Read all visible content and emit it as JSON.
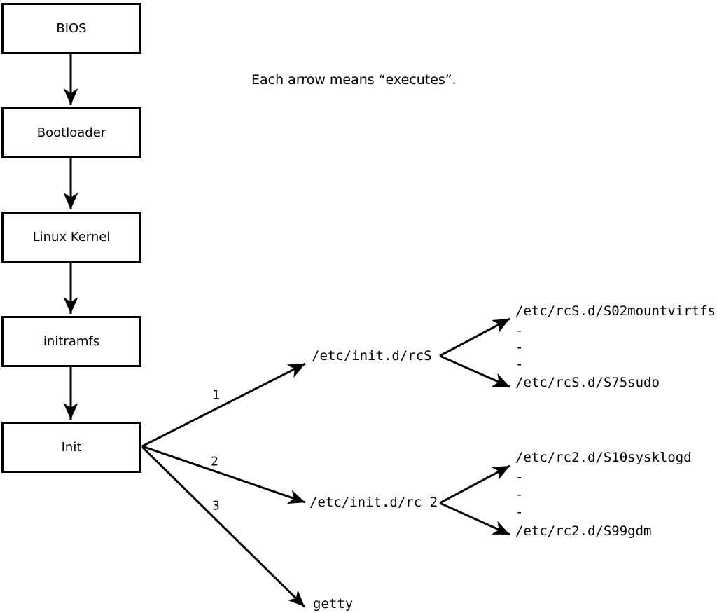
{
  "diagram": {
    "note": "Each arrow means “executes”.",
    "flow_boxes": [
      {
        "label": "BIOS"
      },
      {
        "label": "Bootloader"
      },
      {
        "label": "Linux Kernel"
      },
      {
        "label": "initramfs"
      },
      {
        "label": "Init"
      }
    ],
    "init_branches": [
      {
        "number": "1",
        "target": "/etc/init.d/rcS"
      },
      {
        "number": "2",
        "target": "/etc/init.d/rc 2"
      },
      {
        "number": "3",
        "target": "getty"
      }
    ],
    "rcS_scripts": {
      "first": "/etc/rcS.d/S02mountvirtfs",
      "ellipsis": [
        "-",
        "-",
        "-"
      ],
      "last": "/etc/rcS.d/S75sudo"
    },
    "rc2_scripts": {
      "first": "/etc/rc2.d/S10sysklogd",
      "ellipsis": [
        "-",
        "-",
        "-"
      ],
      "last": "/etc/rc2.d/S99gdm"
    },
    "colors": {
      "line": "#000000",
      "background": "#ffffff"
    }
  }
}
